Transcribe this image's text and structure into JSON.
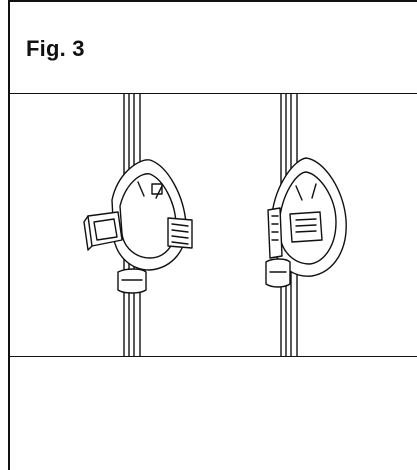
{
  "figure": {
    "label": "Fig. 3"
  },
  "illustration": {
    "subject": "pole-mounted-bracket-clamp",
    "views": [
      "bracket-front-three-quarter",
      "bracket-side"
    ]
  }
}
